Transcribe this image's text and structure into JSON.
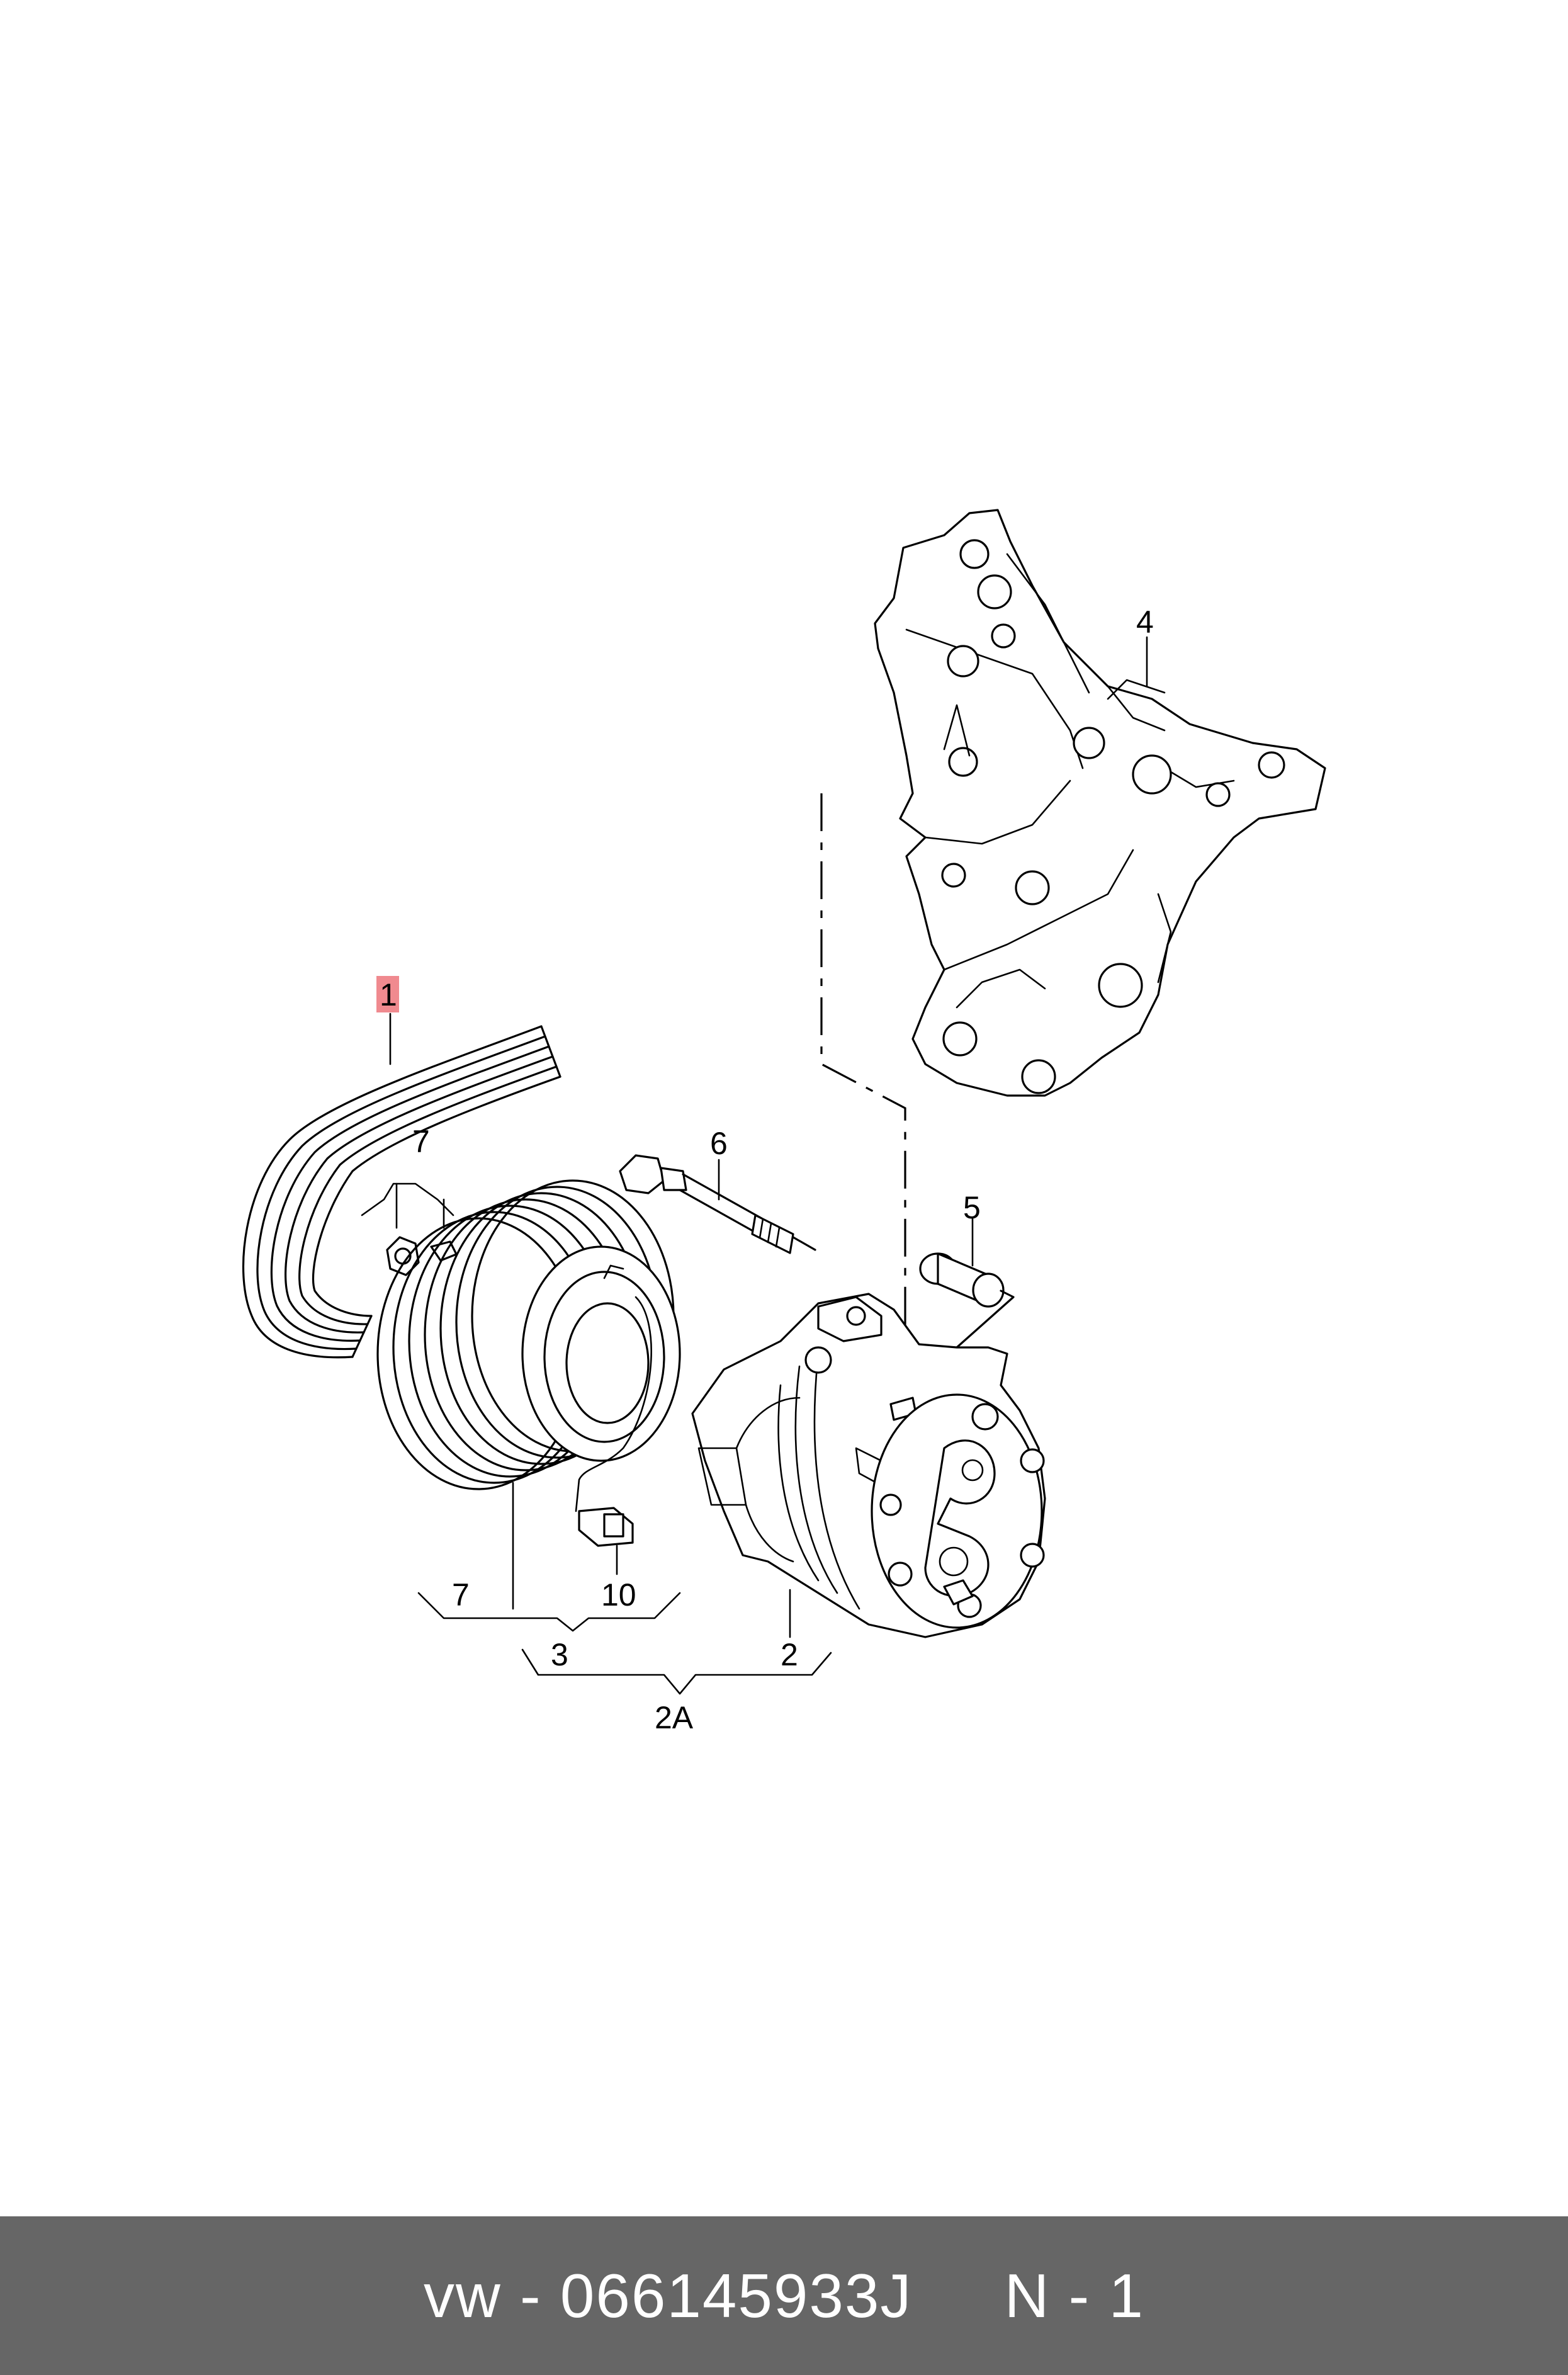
{
  "callouts": {
    "c1": "1",
    "c2": "2",
    "c2a": "2A",
    "c3": "3",
    "c4": "4",
    "c5": "5",
    "c6": "6",
    "c7_top": "7",
    "c7_bottom": "7",
    "c10": "10"
  },
  "highlight_color": "#f08a8f",
  "footer": {
    "brand": "vw",
    "separator": " - ",
    "part_number": "066145933J",
    "gap": "     ",
    "page": "N - 1",
    "background": "#666666"
  }
}
